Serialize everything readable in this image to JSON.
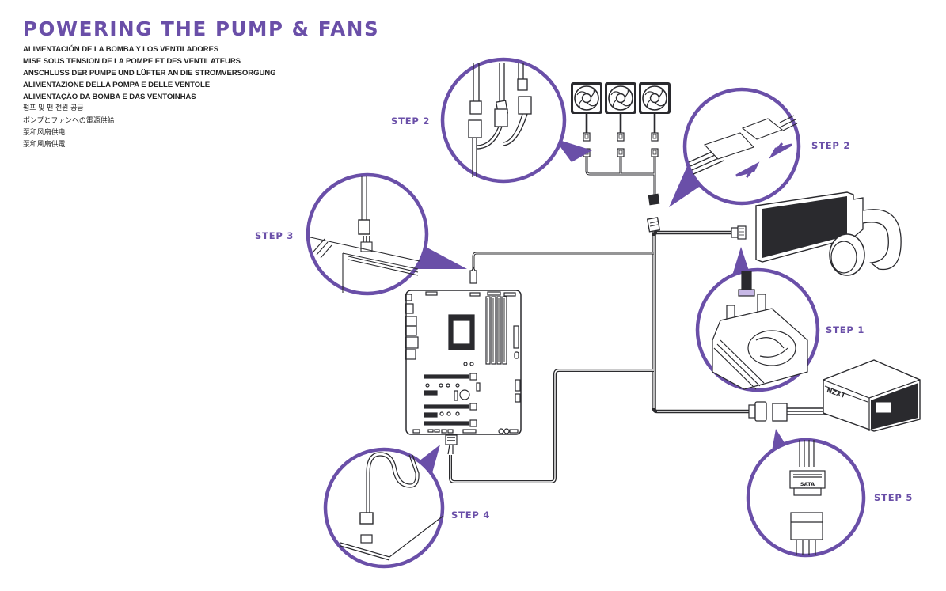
{
  "header": {
    "title": "POWERING THE PUMP & FANS",
    "translations": [
      "ALIMENTACIÓN DE LA BOMBA Y LOS VENTILADORES",
      "MISE SOUS TENSION DE LA POMPE ET DES VENTILATEURS",
      "ANSCHLUSS DER PUMPE UND LÜFTER AN DIE STROMVERSORGUNG",
      "ALIMENTAZIONE DELLA POMPA E DELLE VENTOLE",
      "ALIMENTAÇÃO DA BOMBA E DAS VENTOINHAS",
      "펌프 및 팬 전원 공급",
      "ポンプとファンへの電源供給",
      "泵和风扇供电",
      "泵和風扇供電"
    ]
  },
  "steps": {
    "step1": "STEP 1",
    "step2_fans": "STEP 2",
    "step2_connector": "STEP 2",
    "step3": "STEP 3",
    "step4": "STEP 4",
    "step5": "STEP 5"
  },
  "components": {
    "psu_brand": "NZXT",
    "sata_label": "SATA"
  },
  "colors": {
    "accent": "#6a4fa8",
    "line": "#2b2b2e",
    "dark_fill": "#2a2a2e"
  }
}
